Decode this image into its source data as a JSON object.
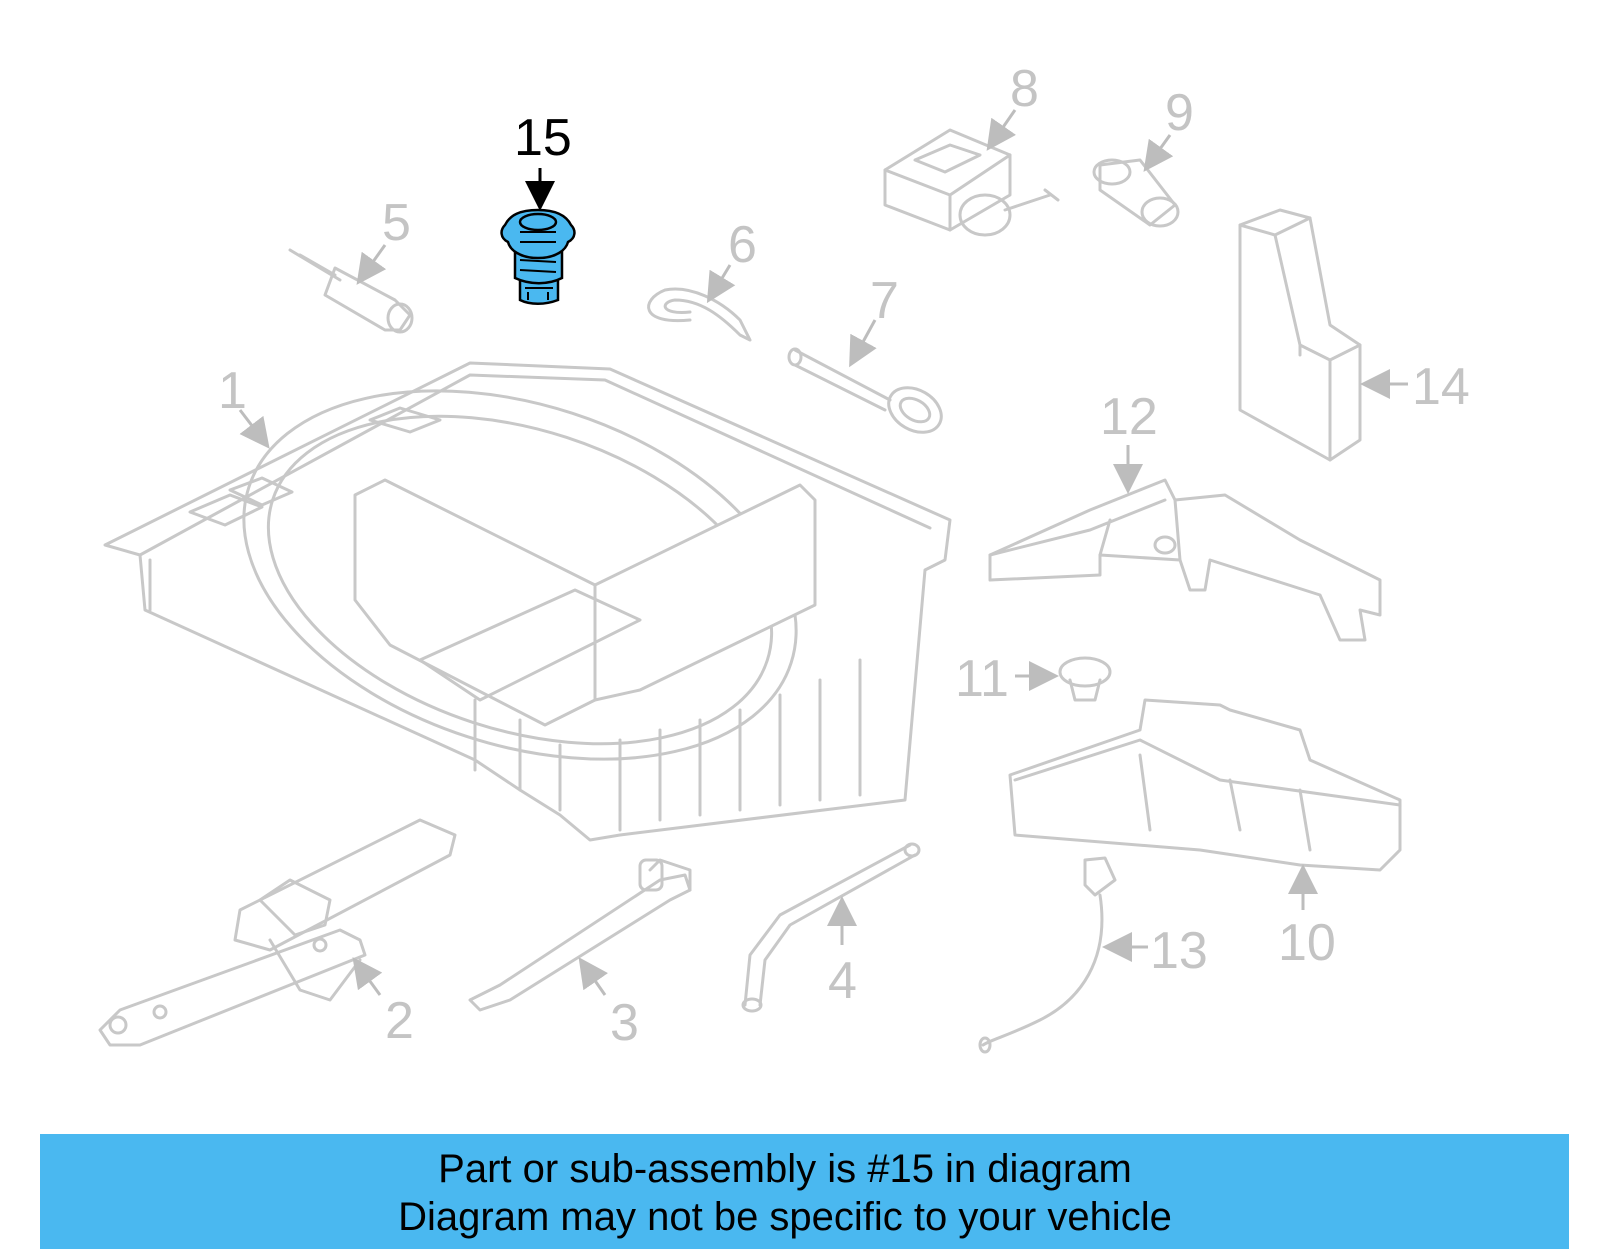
{
  "diagram": {
    "highlighted_part": "15",
    "highlight_color": "#4ab8f0",
    "callouts": {
      "c1": "1",
      "c2": "2",
      "c3": "3",
      "c4": "4",
      "c5": "5",
      "c6": "6",
      "c7": "7",
      "c8": "8",
      "c9": "9",
      "c10": "10",
      "c11": "11",
      "c12": "12",
      "c13": "13",
      "c14": "14",
      "c15": "15"
    }
  },
  "banner": {
    "line1": "Part or sub-assembly is #15 in diagram",
    "line2": "Diagram may not be specific to your vehicle",
    "background": "#4ab8f0"
  }
}
